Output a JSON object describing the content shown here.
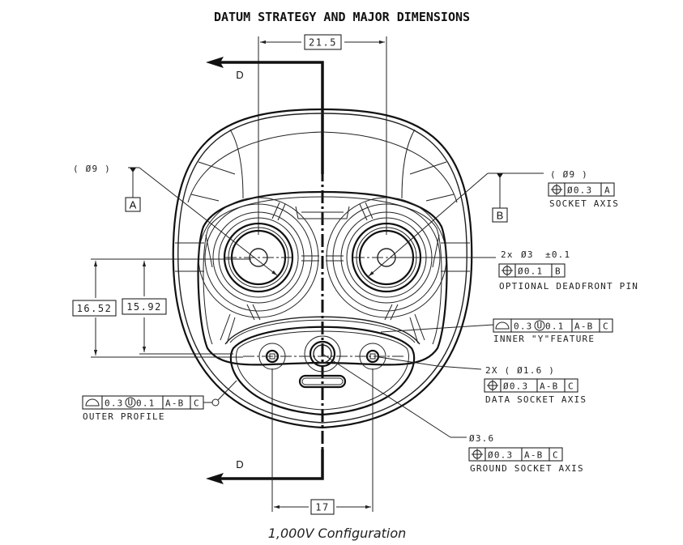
{
  "title": "DATUM STRATEGY AND MAJOR DIMENSIONS",
  "caption": "1,000V Configuration",
  "section_view": {
    "label_top": "D",
    "label_bottom": "D"
  },
  "dimensions": {
    "top_width": "21.5",
    "bottom_width": "17",
    "left_outer_height": "16.52",
    "left_inner_height": "15.92"
  },
  "datum_a": {
    "diameter_note": "( Ø9 )",
    "datum_letter": "A"
  },
  "datum_b": {
    "diameter_note": "( Ø9 )",
    "datum_letter": "B",
    "frame": {
      "symbol": "position-icon",
      "tolerance": "Ø0.3",
      "datums": [
        "A"
      ]
    },
    "caption": "SOCKET AXIS"
  },
  "deadfront_pin": {
    "note_prefix": "2x",
    "note_diameter": "Ø3",
    "note_tolerance": "±0.1",
    "frame": {
      "symbol": "position-icon",
      "tolerance": "Ø0.1",
      "datums": [
        "B"
      ]
    },
    "caption": "OPTIONAL DEADFRONT PIN"
  },
  "inner_y_feature": {
    "frame": {
      "symbol": "profile-of-surface-icon",
      "tolerance": "0.3",
      "modifier": "U",
      "modifier_value": "0.1",
      "datums": [
        "A-B",
        "C"
      ]
    },
    "caption": "INNER \"Y\"FEATURE"
  },
  "data_socket": {
    "note": "2X ( Ø1.6 )",
    "frame": {
      "symbol": "position-icon",
      "tolerance": "Ø0.3",
      "datums": [
        "A-B",
        "C"
      ]
    },
    "caption": "DATA SOCKET AXIS"
  },
  "ground_socket": {
    "note": "Ø3.6",
    "frame": {
      "symbol": "position-icon",
      "tolerance": "Ø0.3",
      "datums": [
        "A-B",
        "C"
      ]
    },
    "caption": "GROUND SOCKET AXIS"
  },
  "outer_profile": {
    "frame": {
      "symbol": "profile-of-surface-icon",
      "tolerance": "0.3",
      "modifier": "U",
      "modifier_value": "0.1",
      "datums": [
        "A-B",
        "C"
      ]
    },
    "caption": "OUTER PROFILE"
  }
}
